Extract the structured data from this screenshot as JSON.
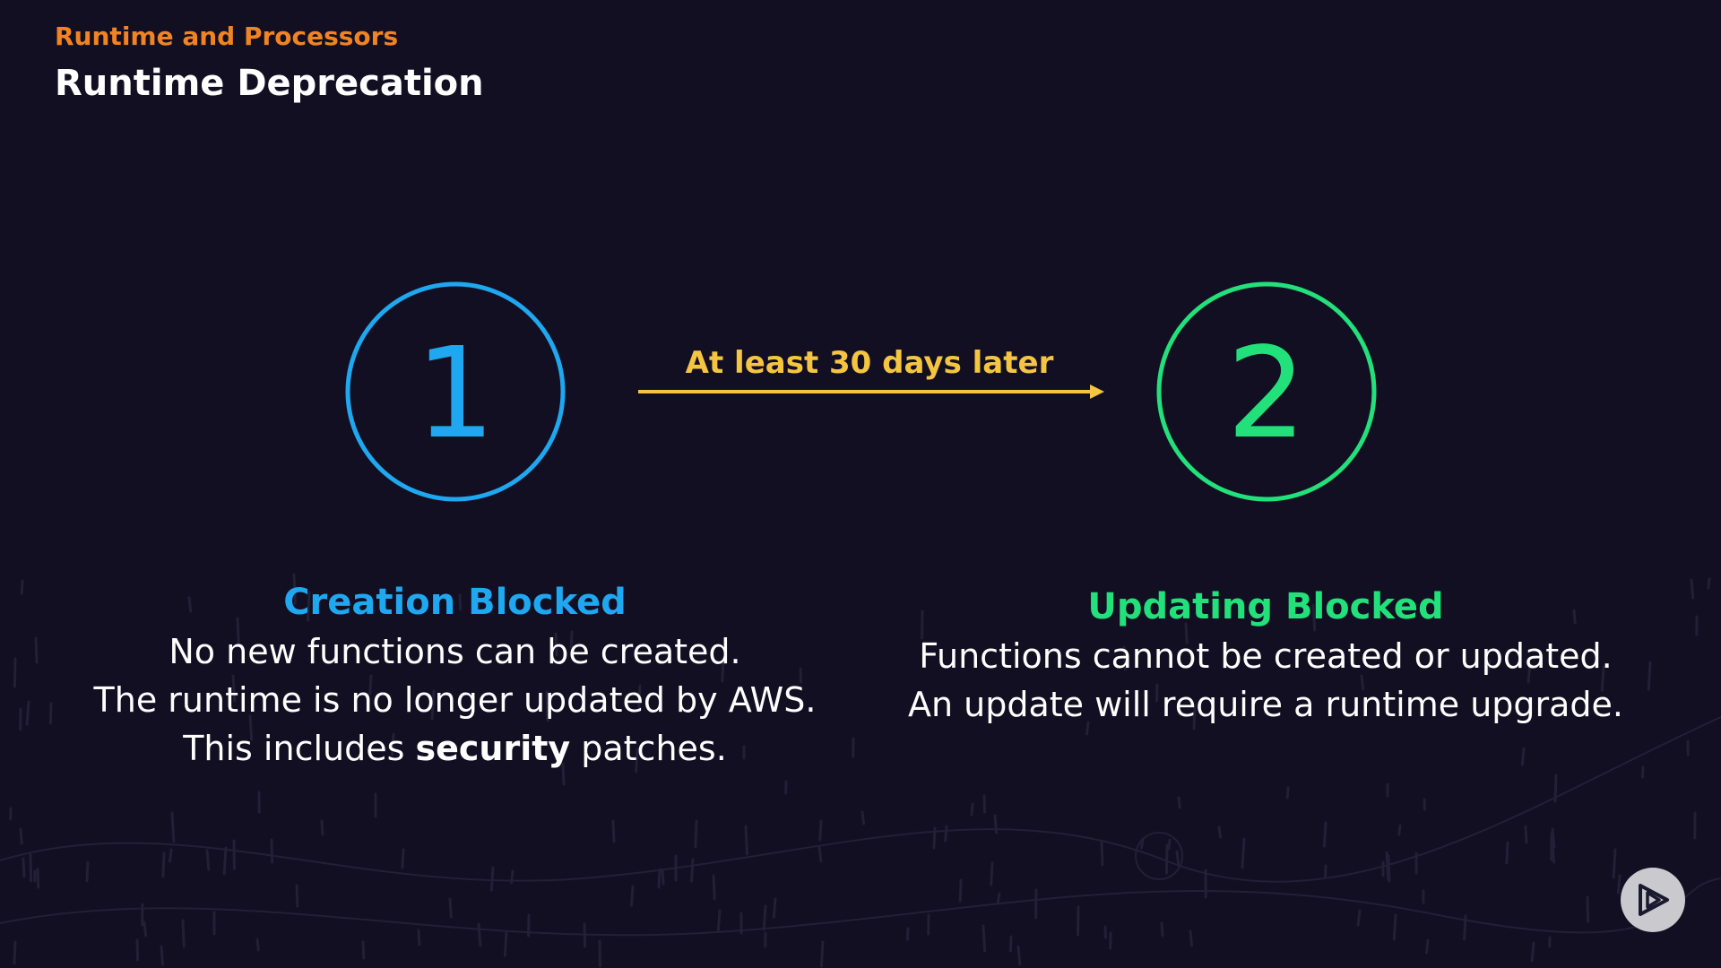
{
  "header": {
    "eyebrow": "Runtime and Processors",
    "title": "Runtime Deprecation"
  },
  "diagram": {
    "steps": [
      {
        "number": "1",
        "color": "#1fa7ef",
        "heading": "Creation Blocked",
        "lines": [
          "No new functions can be created.",
          "The runtime is no longer updated by AWS."
        ],
        "last_line": {
          "before": "This includes ",
          "bold": "security",
          "after": " patches."
        }
      },
      {
        "number": "2",
        "color": "#22e07a",
        "heading": "Updating Blocked",
        "lines": [
          "Functions cannot be created or updated.",
          "An update will require a runtime upgrade."
        ]
      }
    ],
    "connector": {
      "label": "At least 30 days later",
      "color": "#f5c542"
    }
  },
  "player": {
    "icon": "play-logo-icon"
  }
}
